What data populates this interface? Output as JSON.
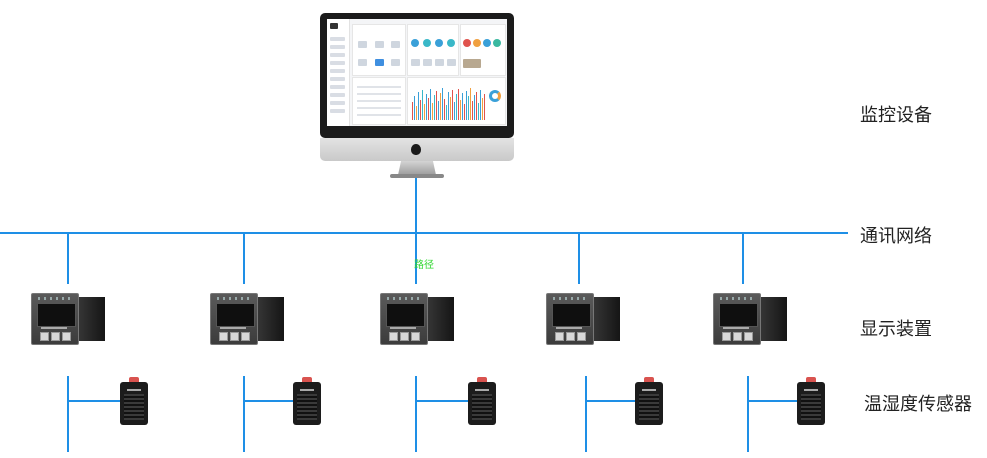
{
  "labels": {
    "monitor": "监控设备",
    "network": "通讯网络",
    "display": "显示装置",
    "sensor": "温湿度传感器"
  },
  "path_tag": "路径",
  "colors": {
    "network_line": "#1e8fe6",
    "path_tag": "#2fd62f"
  },
  "units": {
    "display_count": 5,
    "sensor_count": 5
  }
}
